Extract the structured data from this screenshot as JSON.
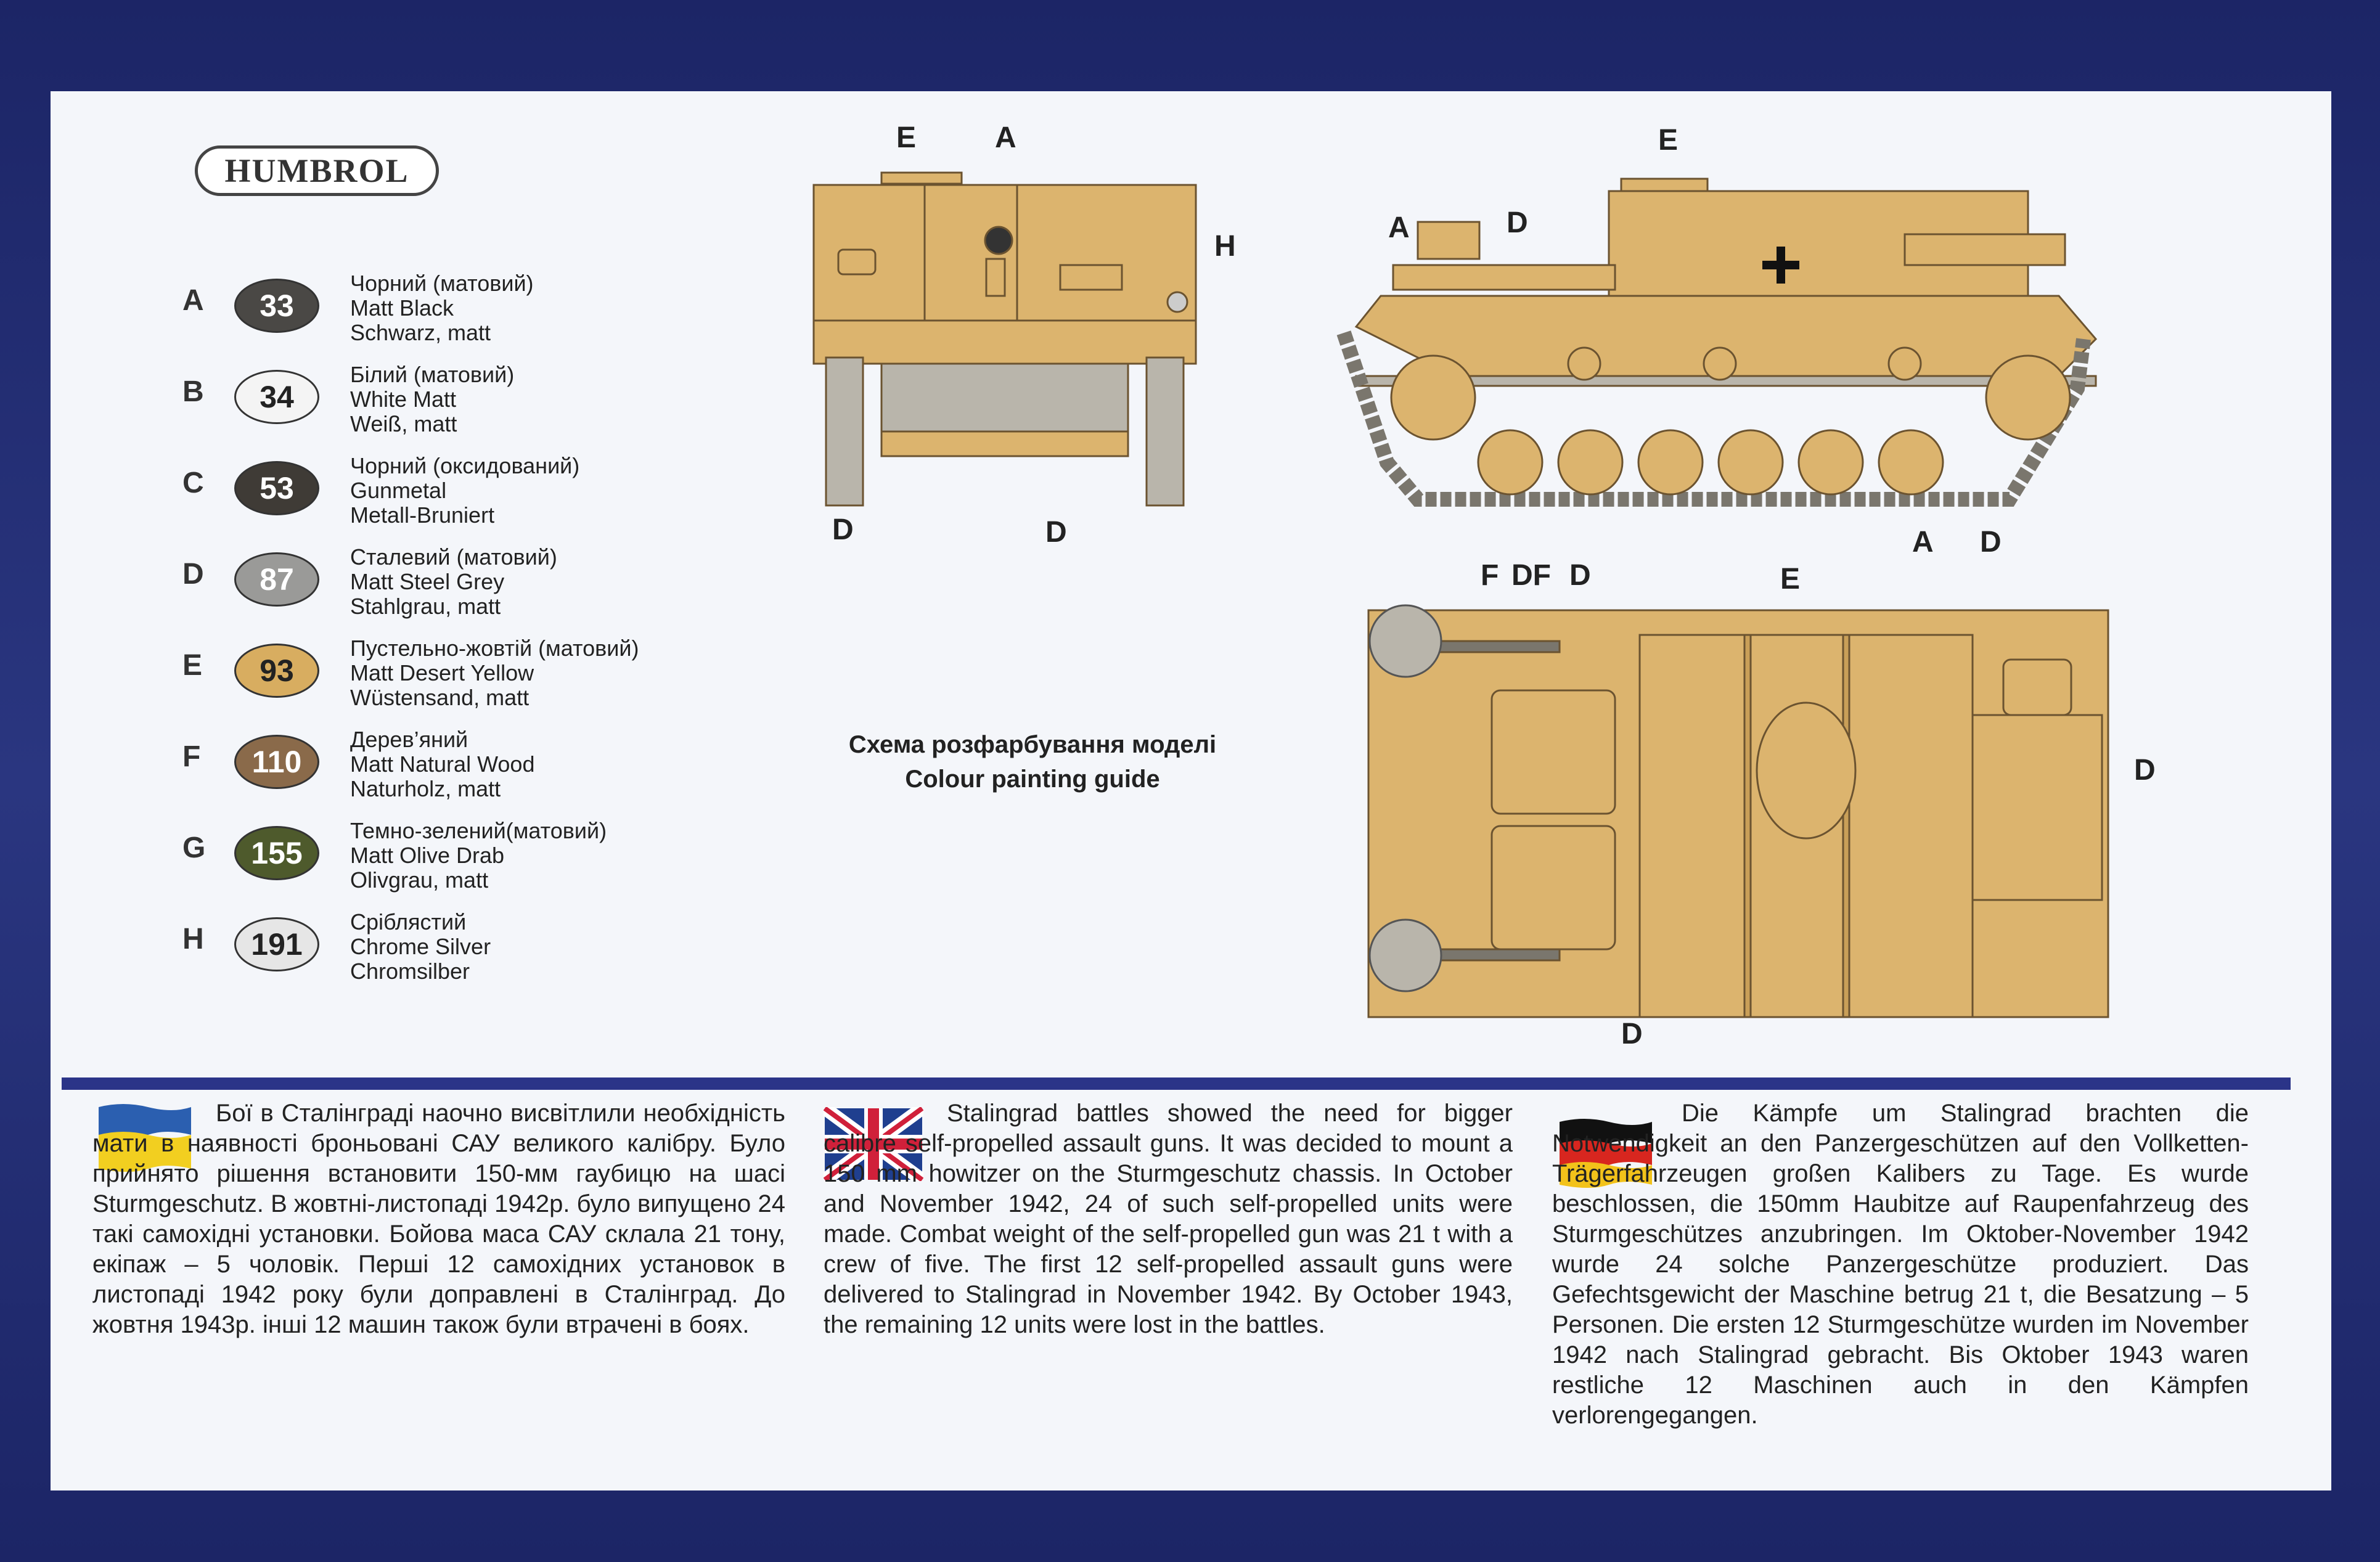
{
  "brand": {
    "name": "HUMBROL"
  },
  "legend": [
    {
      "letter": "A",
      "code": "33",
      "color": "#4a4845",
      "text_color": "#ffffff",
      "ua": "Чорний (матовий)",
      "en": "Matt Black",
      "de": "Schwarz, matt"
    },
    {
      "letter": "B",
      "code": "34",
      "color": "#f4f4f4",
      "text_color": "#222222",
      "ua": "Білий (матовий)",
      "en": "White Matt",
      "de": "Weiß, matt"
    },
    {
      "letter": "C",
      "code": "53",
      "color": "#3f3b36",
      "text_color": "#ffffff",
      "ua": "Чорний (оксидований)",
      "en": "Gunmetal",
      "de": "Metall-Bruniert"
    },
    {
      "letter": "D",
      "code": "87",
      "color": "#9a9a98",
      "text_color": "#ffffff",
      "ua": "Сталевий (матовий)",
      "en": "Matt Steel Grey",
      "de": "Stahlgrau, matt"
    },
    {
      "letter": "E",
      "code": "93",
      "color": "#d8ad60",
      "text_color": "#222222",
      "ua": "Пустельно-жовтій (матовий)",
      "en": "Matt Desert Yellow",
      "de": "Wüstensand, matt"
    },
    {
      "letter": "F",
      "code": "110",
      "color": "#8a6a4a",
      "text_color": "#ffffff",
      "ua": "Дерев’яний",
      "en": "Matt Natural Wood",
      "de": "Naturholz, matt"
    },
    {
      "letter": "G",
      "code": "155",
      "color": "#4e5a2c",
      "text_color": "#ffffff",
      "ua": "Темно-зелений(матовий)",
      "en": "Matt Olive Drab",
      "de": "Olivgrau, matt"
    },
    {
      "letter": "H",
      "code": "191",
      "color": "#e6e6e6",
      "text_color": "#222222",
      "ua": "Сріблястий",
      "en": "Chrome Silver",
      "de": "Chromsilber"
    }
  ],
  "guide": {
    "title_ua": "Схема розфарбування моделі",
    "title_en": "Colour painting guide"
  },
  "callouts": {
    "front": [
      "E",
      "A",
      "H",
      "D",
      "D"
    ],
    "side": [
      "E",
      "A",
      "D",
      "A",
      "D"
    ],
    "top": [
      "F",
      "DF",
      "D",
      "E",
      "D",
      "D"
    ]
  },
  "colors": {
    "vehicle": "#dcb46e",
    "vehicle_shade": "#c99f58",
    "outline": "#6b5330",
    "track": "#b9b5ab",
    "box_blue": "#2b3488"
  },
  "text": {
    "ua": "Бої в Сталінграді наочно висвітлили необхідність мати в наявності броньовані САУ великого калібру. Було прийнято рішення встановити 150-мм гаубицю на шасі Sturmgeschutz. В жовтні-листопаді 1942р. було випущено 24 такі самохідні установки. Бойова маса САУ склала 21 тону, екіпаж – 5 чоловік. Перші 12 самохідних установок в листопаді 1942 року були доправлені в Сталінград. До жовтня 1943р. інші 12 машин також були втрачені в боях.",
    "en": "Stalingrad battles showed the need for bigger calibre self-propelled assault guns. It was decided to mount a 150 mm howitzer on the Sturmgeschutz chassis. In October and November 1942, 24 of such self-propelled units were made. Combat weight of the self-propelled gun was 21 t with a crew of five. The first 12 self-propelled assault guns were delivered to Stalingrad in November 1942. By October 1943, the remaining 12 units were lost in the battles.",
    "de": "Die Kämpfe um Stalingrad brachten die Notwendigkeit an den Panzergeschützen auf den Vollketten-Trägerfahrzeugen großen Kalibers zu Tage. Es wurde beschlossen, die 150mm Haubitze auf Raupenfahrzeug des Sturmgeschützes anzubringen. Im Oktober-November 1942 wurde 24 solche Panzergeschütze produziert. Das Gefechtsgewicht der Maschine betrug 21 t, die Besatzung – 5 Personen. Die ersten 12 Sturmgeschütze wurden im November 1942 nach Stalingrad gebracht. Bis Oktober 1943 waren restliche 12 Maschinen auch in den Kämpfen verlorengegangen."
  }
}
